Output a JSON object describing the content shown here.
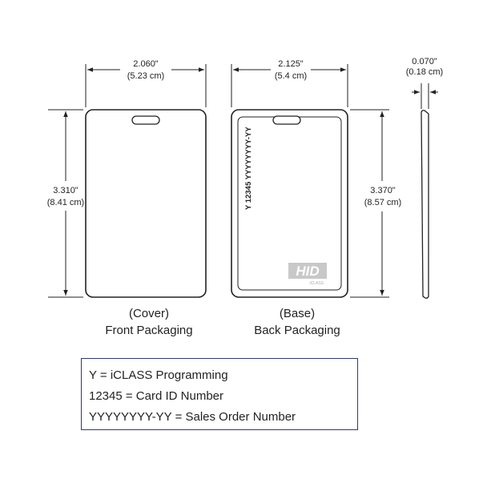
{
  "front_card": {
    "width_in": "2.060\"",
    "width_cm": "(5.23 cm)",
    "height_in": "3.310\"",
    "height_cm": "(8.41 cm)",
    "caption_line1": "(Cover)",
    "caption_line2": "Front Packaging"
  },
  "back_card": {
    "width_in": "2.125\"",
    "width_cm": "(5.4 cm)",
    "height_in": "3.370\"",
    "height_cm": "(8.57 cm)",
    "vertical_print": "Y 12345 YYYYYYYY-YY",
    "logo_text": "HID",
    "logo_subtext": "iCLASS",
    "caption_line1": "(Base)",
    "caption_line2": "Back Packaging"
  },
  "thickness": {
    "value_in": "0.070\"",
    "value_cm": "(0.18 cm)"
  },
  "legend": {
    "line1": "Y = iCLASS Programming",
    "line2": "12345 = Card ID Number",
    "line3": "YYYYYYYY-YY = Sales Order Number"
  },
  "colors": {
    "outline": "#222222",
    "legend_border": "#2e3a6e",
    "logo_fill": "#c8c8c8"
  }
}
